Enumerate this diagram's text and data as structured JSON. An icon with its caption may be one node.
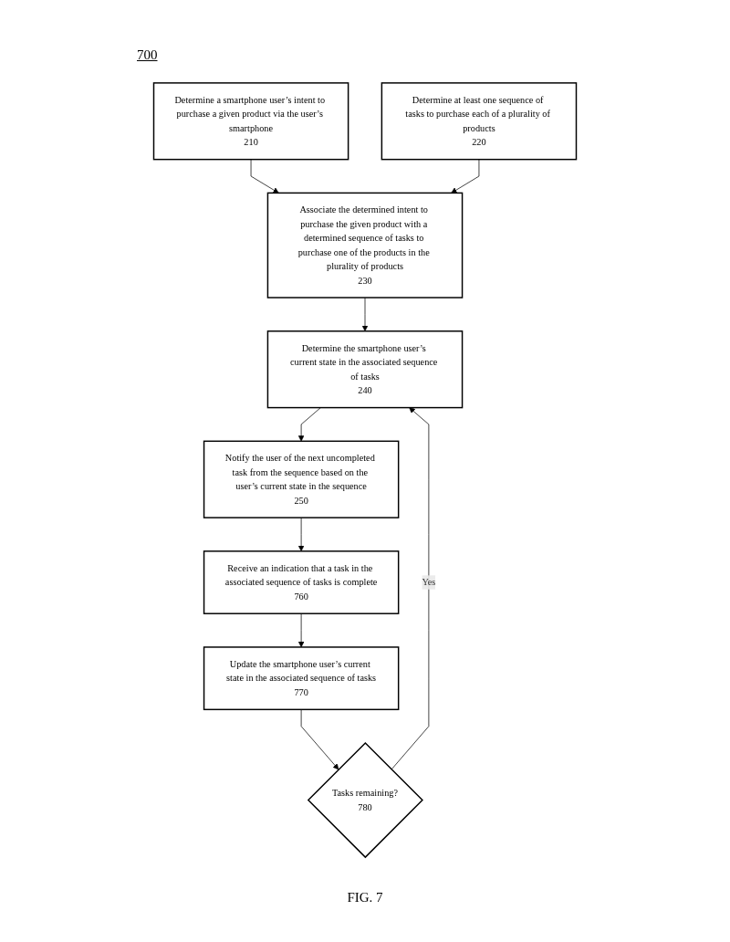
{
  "diagram": {
    "caption": "FIG. 7",
    "nodes": [
      {
        "text": [
          "Determine a smartphone user’s intent to purchase a given product via the user’s smartphone",
          "210"
        ]
      },
      {
        "text": [
          "Determine at least one sequence of tasks to purchase each of a plurality of products",
          "220"
        ]
      },
      {
        "text": [
          "Associate the determined intent to purchase the given product with a determined sequence of tasks to purchase one of the products in the plurality of products",
          "230"
        ]
      },
      {
        "text": [
          "Tasks remaining?",
          "780"
        ]
      },
      {
        "text": [
          "Determine the smartphone user’s current state in the associated sequence of tasks",
          "240"
        ]
      },
      {
        "text": [
          "Notify the user of the next uncompleted task from the sequence based on the user’s current state in the sequence",
          "250"
        ]
      },
      {
        "text": [
          "Update the smartphone user’s current state in the associated sequence of tasks",
          "770"
        ]
      },
      {
        "text": [
          "Receive an indication that a task in the associated sequence of tasks is complete",
          "760"
        ]
      }
    ],
    "edges": [
      {
        "from": 0,
        "to": 2,
        "arrow": "to"
      },
      {
        "from": 1,
        "to": 2,
        "arrow": "to"
      },
      {
        "from": 2,
        "to": 4,
        "arrow": "to"
      },
      {
        "from": 3,
        "to": 4,
        "arrow": "to",
        "label": "Yes"
      },
      {
        "from": 4,
        "to": 5,
        "arrow": "to"
      },
      {
        "from": 5,
        "to": 7,
        "arrow": "to"
      },
      {
        "from": 7,
        "to": 6,
        "arrow": "to"
      },
      {
        "from": 6,
        "to": 3,
        "arrow": "to"
      }
    ],
    "labels": [
      "700"
    ]
  }
}
